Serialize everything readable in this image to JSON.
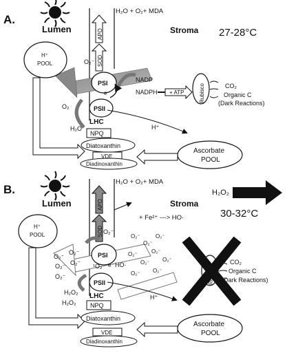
{
  "panel_a": {
    "letter": "A.",
    "lumen": "Lumen",
    "stroma": "Stroma",
    "temperature": "27-28°C",
    "reaction_top": "H₂O + O₂+ MDA",
    "apo": "APO",
    "sod": "SOD",
    "o2_minus": "O₂⁻",
    "psi": "PSI",
    "psii": "PSII",
    "lhc": "LHC",
    "e_minus": "e⁻",
    "nadp": "NADP",
    "nadph": "NADPH",
    "atp": "+ ATP",
    "rubisco": "Rubisco",
    "co2": "CO₂",
    "organic_c": "Organic C",
    "dark_reactions": "(Dark Reactions)",
    "o2": "O₂",
    "h2o": "H₂O",
    "h_plus": "H⁺",
    "h_pool_1": "H⁺",
    "h_pool_2": "POOL",
    "npq": "NPQ",
    "diatoxanthin": "Diatoxanthin",
    "vde": "VDE",
    "diadinoxanthin": "Diadinoxanthin",
    "ascorbate_1": "Ascorbate",
    "ascorbate_2": "POOL"
  },
  "panel_b": {
    "letter": "B.",
    "lumen": "Lumen",
    "stroma": "Stroma",
    "temperature": "30-32°C",
    "h2o2_label": "H₂O₂",
    "reaction_top": "H₂O + O₂+ MDA",
    "fenton": "+ Fe²⁺ ---> HO·",
    "apo": "APO",
    "sod": "SOD",
    "o2_minus": "O₂⁻",
    "singlet": "¹O₂",
    "ho": "HO·",
    "psi": "PSI",
    "psii": "PSII",
    "lhc": "LHC",
    "e_minus": "e⁻",
    "rubisco": "Rubisco",
    "co2": "CO₂",
    "organic_c": "Organic C",
    "dark_reactions": "(Dark Reactions)",
    "h2o2": "H₂O₂",
    "h_plus": "H⁺",
    "h_pool_1": "H⁺",
    "h_pool_2": "POOL",
    "npq": "NPQ",
    "diatoxanthin": "Diatoxanthin",
    "vde": "VDE",
    "diadinoxanthin": "Diadinoxanthin",
    "ascorbate_1": "Ascorbate",
    "ascorbate_2": "POOL"
  }
}
